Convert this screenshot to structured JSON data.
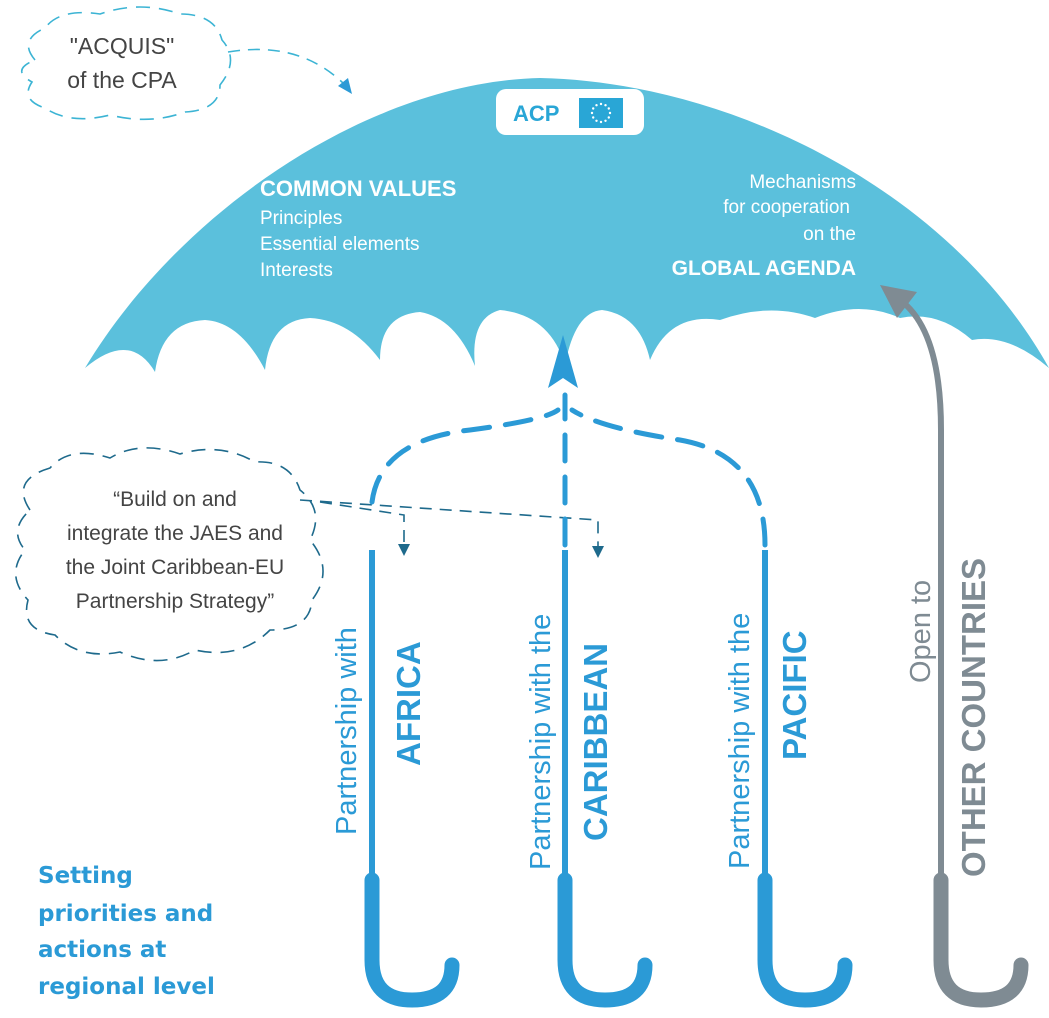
{
  "acp_label": "ACP",
  "common_values": {
    "title": "COMMON VALUES",
    "items": [
      "Principles",
      "Essential elements",
      "Interests"
    ]
  },
  "mechanisms": {
    "lines": [
      "Mechanisms",
      "for cooperation",
      "on the"
    ],
    "bold": "GLOBAL AGENDA"
  },
  "acquis_cloud": {
    "lines": [
      "\"ACQUIS\"",
      "of the CPA"
    ]
  },
  "quote_cloud": {
    "lines": [
      "“Build on and",
      "integrate the JAES and",
      "the Joint Caribbean-EU",
      "Partnership Strategy”"
    ]
  },
  "partnerships": [
    {
      "prefix": "Partnership with",
      "region": "AFRICA"
    },
    {
      "prefix": "Partnership with the",
      "region": "CARIBBEAN"
    },
    {
      "prefix": "Partnership with the",
      "region": "PACIFIC"
    }
  ],
  "other": {
    "prefix": "Open to",
    "region": "OTHER COUNTRIES"
  },
  "setting_text": [
    "Setting",
    "priorities and",
    "actions at",
    "regional level"
  ],
  "colors": {
    "canopy": "#5bc0dc",
    "blue": "#2b9ad6",
    "grey": "#7f8b93",
    "dark_dash": "#1e6a8c"
  },
  "icons": [
    "eu-flag-icon",
    "up-arrow-icon"
  ]
}
